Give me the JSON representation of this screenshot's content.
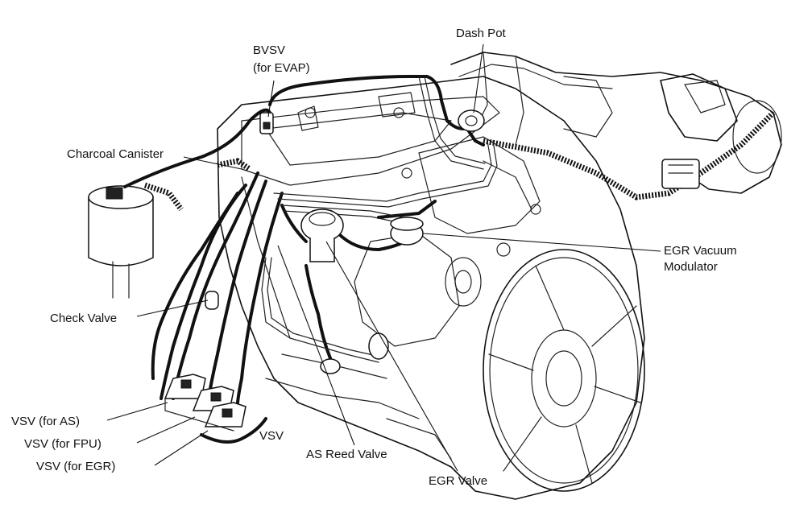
{
  "labels": {
    "bvsv_line1": "BVSV",
    "bvsv_line2": "(for EVAP)",
    "dash_pot": "Dash Pot",
    "charcoal_canister": "Charcoal Canister",
    "egr_vacuum_modulator_line1": "EGR Vacuum",
    "egr_vacuum_modulator_line2": "Modulator",
    "check_valve": "Check Valve",
    "vsv_for_as": "VSV (for AS)",
    "vsv_for_fpu": "VSV (for FPU)",
    "vsv_for_egr": "VSV (for EGR)",
    "vsv": "VSV",
    "as_reed_valve": "AS Reed Valve",
    "egr_valve": "EGR Valve"
  },
  "colors": {
    "line": "#111111",
    "background": "#ffffff"
  }
}
